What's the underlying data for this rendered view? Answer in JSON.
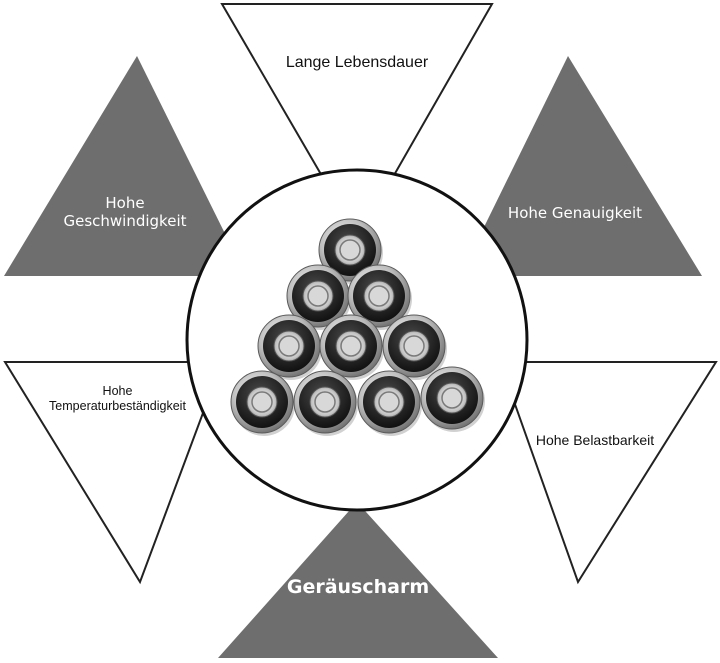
{
  "features": {
    "top": "Lange Lebensdauer",
    "left_top": [
      "Hohe",
      "Geschwindigkeit"
    ],
    "right_top": "Hohe Genauigkeit",
    "left_bottom": [
      "Hohe",
      "Temperaturbeständigkeit"
    ],
    "right_bottom": "Hohe Belastbarkeit",
    "bottom": "Geräuscharm"
  },
  "colors": {
    "gray_triangle": "#6e6e6e",
    "outline": "#222222",
    "circle_border": "#111111"
  },
  "image": {
    "subject": "ball-bearings-pyramid"
  }
}
